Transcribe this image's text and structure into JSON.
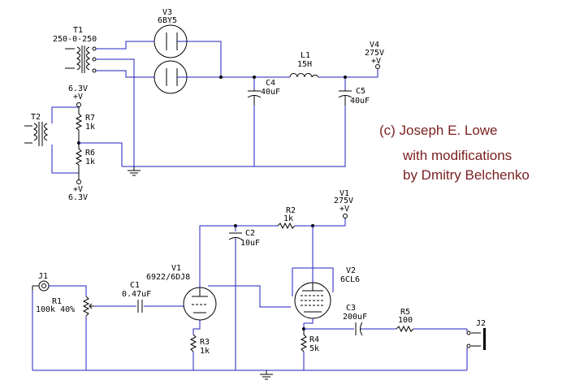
{
  "credits": {
    "line1": "(c) Joseph E. Lowe",
    "line2": "with modifications",
    "line3": "by Dmitry Belchenko"
  },
  "components": {
    "t1": {
      "ref": "T1",
      "value": "250-0-250"
    },
    "v3": {
      "ref": "V3",
      "value": "6BY5"
    },
    "v4": {
      "ref": "V4",
      "value": "275V",
      "sym": "+V"
    },
    "l1": {
      "ref": "L1",
      "value": "15H"
    },
    "c4": {
      "ref": "C4",
      "value": "40uF"
    },
    "c5": {
      "ref": "C5",
      "value": "40uF"
    },
    "t2": {
      "ref": "T2"
    },
    "r7": {
      "ref": "R7",
      "value": "1k"
    },
    "r6": {
      "ref": "R6",
      "value": "1k"
    },
    "heater_top": {
      "value": "6.3V",
      "sym": "+V"
    },
    "heater_bot": {
      "value": "6.3V",
      "sym": "+V"
    },
    "v1supply": {
      "ref": "V1",
      "value": "275V",
      "sym": "+V"
    },
    "r2": {
      "ref": "R2",
      "value": "1k"
    },
    "c2": {
      "ref": "C2",
      "value": "10uF"
    },
    "j1": {
      "ref": "J1"
    },
    "r1": {
      "ref": "R1",
      "value": "100k 40%"
    },
    "c1": {
      "ref": "C1",
      "value": "0.47uF"
    },
    "v1": {
      "ref": "V1",
      "value": "6922/6DJ8"
    },
    "r3": {
      "ref": "R3",
      "value": "1k"
    },
    "v2": {
      "ref": "V2",
      "value": "6CL6"
    },
    "c3": {
      "ref": "C3",
      "value": "200uF"
    },
    "r5": {
      "ref": "R5",
      "value": "100"
    },
    "r4": {
      "ref": "R4",
      "value": "5k"
    },
    "j2": {
      "ref": "J2"
    }
  },
  "colors": {
    "wire": "#2020c0",
    "credit": "#7a1f1f",
    "component": "#000000"
  }
}
